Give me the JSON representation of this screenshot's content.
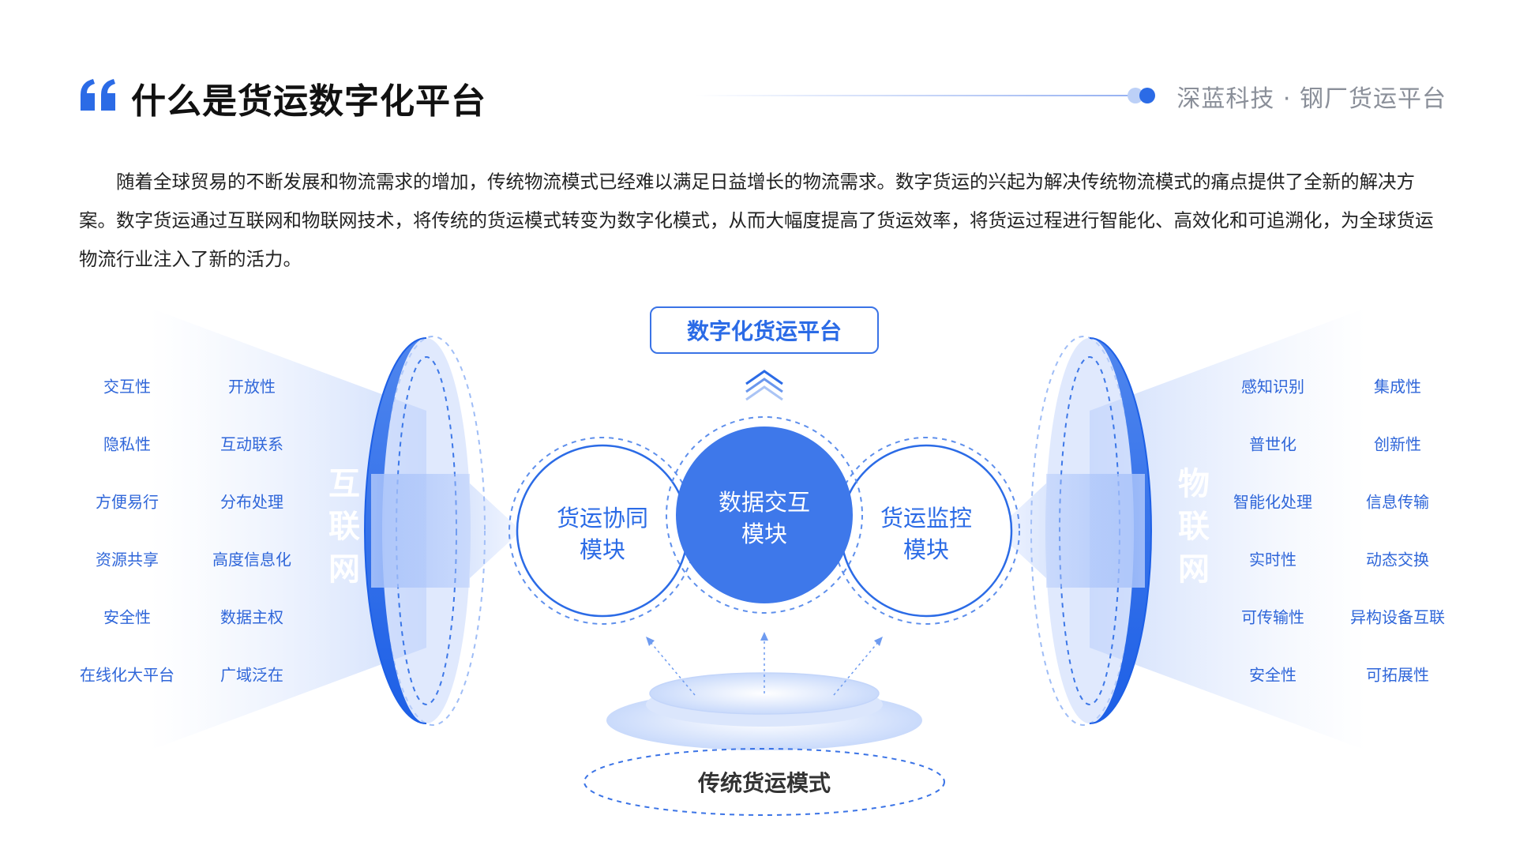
{
  "header": {
    "title": "什么是货运数字化平台",
    "brand": "深蓝科技 · 钢厂货运平台",
    "accent_color": "#2b6be6"
  },
  "intro": {
    "paragraph": "随着全球贸易的不断发展和物流需求的增加，传统物流模式已经难以满足日益增长的物流需求。数字货运的兴起为解决传统物流模式的痛点提供了全新的解决方案。数字货运通过互联网和物联网技术，将传统的货运模式转变为数字化模式，从而大幅度提高了货运效率，将货运过程进行智能化、高效化和可追溯化，为全球货运物流行业注入了新的活力。"
  },
  "diagram": {
    "platform_label": "数字化货运平台",
    "center": {
      "line1": "数据交互",
      "line2": "模块"
    },
    "left_module": {
      "line1": "货运协同",
      "line2": "模块"
    },
    "right_module": {
      "line1": "货运监控",
      "line2": "模块"
    },
    "base_label": "传统货运模式",
    "internet": {
      "title": "互联网",
      "features": [
        "交互性",
        "开放性",
        "隐私性",
        "互动联系",
        "方便易行",
        "分布处理",
        "资源共享",
        "高度信息化",
        "安全性",
        "数据主权",
        "在线化大平台",
        "广域泛在"
      ]
    },
    "iot": {
      "title": "物联网",
      "features": [
        "感知识别",
        "集成性",
        "普世化",
        "创新性",
        "智能化处理",
        "信息传输",
        "实时性",
        "动态交换",
        "可传输性",
        "异构设备互联",
        "安全性",
        "可拓展性"
      ]
    }
  }
}
